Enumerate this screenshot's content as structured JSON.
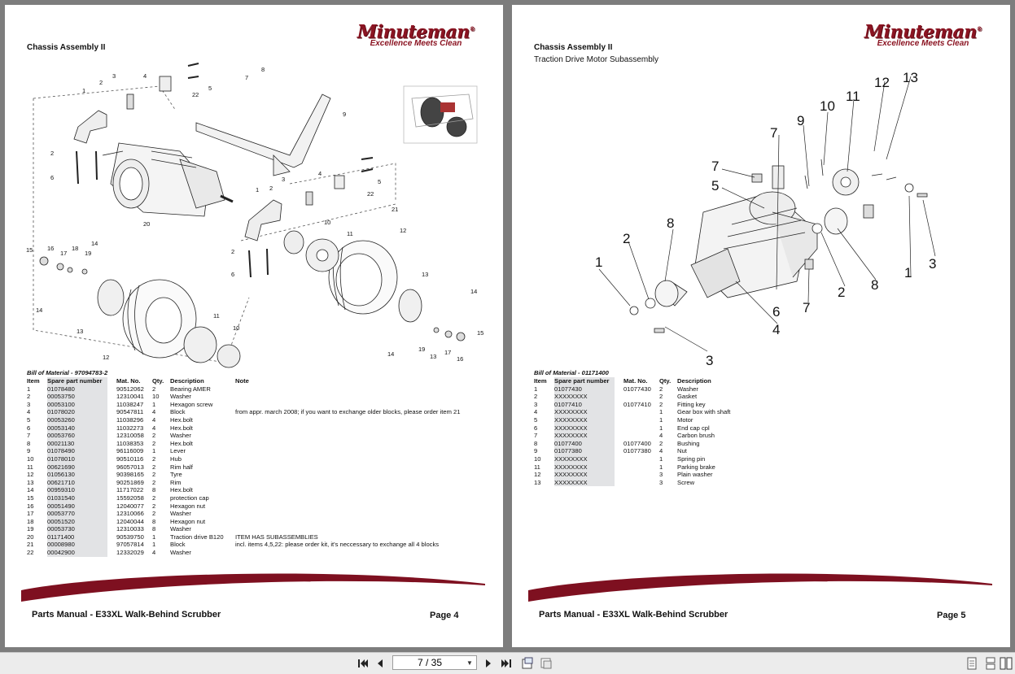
{
  "brand": {
    "name": "Minuteman",
    "trademark": "®",
    "tagline": "Excellence Meets Clean"
  },
  "left_page": {
    "section_title": "Chassis Assembly II",
    "bom_title": "Bill of Material - 97094783-2",
    "columns": [
      "Item",
      "Spare part number",
      "Mat. No.",
      "Qty.",
      "Description",
      "Note"
    ],
    "rows": [
      [
        "1",
        "01078480",
        "90512062",
        "2",
        "Bearing AMER",
        ""
      ],
      [
        "2",
        "00053750",
        "12310041",
        "10",
        "Washer",
        ""
      ],
      [
        "3",
        "00053100",
        "11038247",
        "1",
        "Hexagon screw",
        ""
      ],
      [
        "4",
        "01078020",
        "90547811",
        "4",
        "Block",
        "from appr. march 2008; if you want to exchange older blocks, please order item 21"
      ],
      [
        "5",
        "00053260",
        "11038296",
        "4",
        "Hex.bolt",
        ""
      ],
      [
        "6",
        "00053140",
        "11032273",
        "4",
        "Hex.bolt",
        ""
      ],
      [
        "7",
        "00053760",
        "12310058",
        "2",
        "Washer",
        ""
      ],
      [
        "8",
        "00021130",
        "11038353",
        "2",
        "Hex.bolt",
        ""
      ],
      [
        "9",
        "01078490",
        "96116009",
        "1",
        "Lever",
        ""
      ],
      [
        "10",
        "01078010",
        "90510116",
        "2",
        "Hub",
        ""
      ],
      [
        "11",
        "00621690",
        "96057013",
        "2",
        "Rim half",
        ""
      ],
      [
        "12",
        "01056130",
        "90398165",
        "2",
        "Tyre",
        ""
      ],
      [
        "13",
        "00621710",
        "90251869",
        "2",
        "Rim",
        ""
      ],
      [
        "14",
        "00959310",
        "11717022",
        "8",
        "Hex.bolt",
        ""
      ],
      [
        "15",
        "01031540",
        "15592058",
        "2",
        "protection cap",
        ""
      ],
      [
        "16",
        "00051490",
        "12040077",
        "2",
        "Hexagon nut",
        ""
      ],
      [
        "17",
        "00053770",
        "12310066",
        "2",
        "Washer",
        ""
      ],
      [
        "18",
        "00051520",
        "12040044",
        "8",
        "Hexagon nut",
        ""
      ],
      [
        "19",
        "00053730",
        "12310033",
        "8",
        "Washer",
        ""
      ],
      [
        "20",
        "01171400",
        "90539750",
        "1",
        "Traction drive B120",
        "ITEM HAS SUBASSEMBLIES"
      ],
      [
        "21",
        "00008980",
        "97057814",
        "1",
        "Block",
        "incl. items 4,5,22: please order kit, it's neccessary to exchange all 4 blocks"
      ],
      [
        "22",
        "00042900",
        "12332029",
        "4",
        "Washer",
        ""
      ]
    ],
    "diagram_callouts": [
      "1",
      "2",
      "3",
      "4",
      "5",
      "6",
      "7",
      "8",
      "9",
      "10",
      "11",
      "12",
      "13",
      "14",
      "15",
      "16",
      "17",
      "18",
      "19",
      "20",
      "21",
      "22"
    ],
    "footer_title": "Parts Manual - E33XL Walk-Behind Scrubber",
    "footer_page": "Page 4"
  },
  "right_page": {
    "section_title": "Chassis Assembly II",
    "subtitle": "Traction Drive Motor Subassembly",
    "bom_title": "Bill of Material - 01171400",
    "columns": [
      "Item",
      "Spare part number",
      "Mat. No.",
      "Qty.",
      "Description"
    ],
    "rows": [
      [
        "1",
        "01077430",
        "01077430",
        "2",
        "Washer"
      ],
      [
        "2",
        "XXXXXXXX",
        "",
        "2",
        "Gasket"
      ],
      [
        "3",
        "01077410",
        "01077410",
        "2",
        "Fitting key"
      ],
      [
        "4",
        "XXXXXXXX",
        "",
        "1",
        "Gear box with shaft"
      ],
      [
        "5",
        "XXXXXXXX",
        "",
        "1",
        "Motor"
      ],
      [
        "6",
        "XXXXXXXX",
        "",
        "1",
        "End cap cpl"
      ],
      [
        "7",
        "XXXXXXXX",
        "",
        "4",
        "Carbon brush"
      ],
      [
        "8",
        "01077400",
        "01077400",
        "2",
        "Bushing"
      ],
      [
        "9",
        "01077380",
        "01077380",
        "4",
        "Nut"
      ],
      [
        "10",
        "XXXXXXXX",
        "",
        "1",
        "Spring pin"
      ],
      [
        "11",
        "XXXXXXXX",
        "",
        "1",
        "Parking brake"
      ],
      [
        "12",
        "XXXXXXXX",
        "",
        "3",
        "Plain washer"
      ],
      [
        "13",
        "XXXXXXXX",
        "",
        "3",
        "Screw"
      ]
    ],
    "diagram_callouts": [
      "1",
      "2",
      "3",
      "4",
      "5",
      "6",
      "7",
      "8",
      "9",
      "10",
      "11",
      "12",
      "13"
    ],
    "footer_title": "Parts Manual - E33XL Walk-Behind Scrubber",
    "footer_page": "Page 5"
  },
  "toolbar": {
    "page_indicator": "7 / 35",
    "icons": [
      "first-page-icon",
      "prev-page-icon",
      "next-page-icon",
      "last-page-icon",
      "fit-page-icon",
      "fit-width-icon",
      "single-page-view-icon",
      "continuous-view-icon",
      "facing-view-icon"
    ]
  }
}
